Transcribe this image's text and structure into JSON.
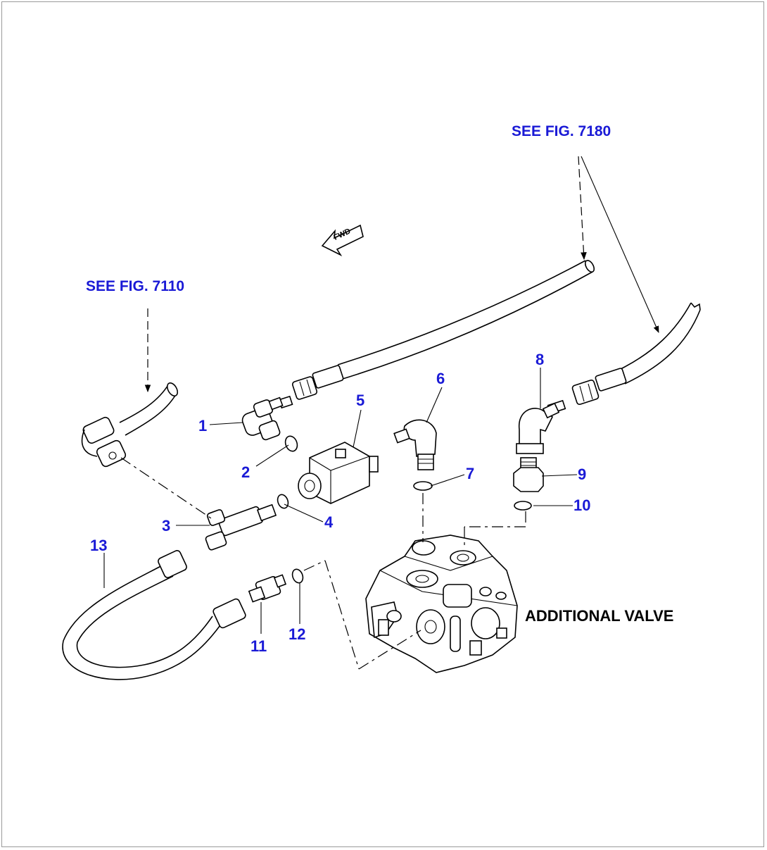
{
  "figure": {
    "references": {
      "upper": "SEE FIG. 7180",
      "left": "SEE FIG. 7110"
    },
    "component_label": "ADDITIONAL VALVE",
    "direction_marker": "FWD",
    "part_numbers": [
      "1",
      "2",
      "3",
      "4",
      "5",
      "6",
      "7",
      "8",
      "9",
      "10",
      "11",
      "12",
      "13"
    ],
    "label_color": "#1a1ad6",
    "line_color": "#000000"
  }
}
